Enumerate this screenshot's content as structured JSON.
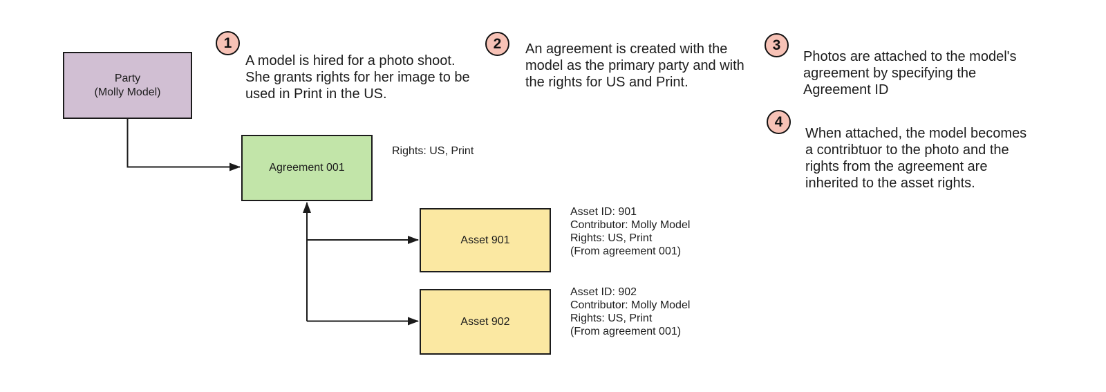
{
  "nodes": {
    "party": {
      "label": [
        "Party",
        "(Molly Model)"
      ]
    },
    "agreement": {
      "label": "Agreement 001"
    },
    "asset_901": {
      "label": "Asset 901"
    },
    "asset_902": {
      "label": "Asset 902"
    }
  },
  "side_labels": {
    "agreement_rights": "Rights: US, Print",
    "asset_901_details": [
      "Asset ID: 901",
      "Contributor: Molly Model",
      "Rights: US, Print",
      "(From agreement 001)"
    ],
    "asset_902_details": [
      "Asset ID: 902",
      "Contributor: Molly Model",
      "Rights: US, Print",
      "(From agreement 001)"
    ]
  },
  "annotations": [
    {
      "number": "1",
      "lines": [
        "A model is hired for a photo shoot.",
        "She grants rights for her image to be",
        "used in Print in the US."
      ]
    },
    {
      "number": "2",
      "lines": [
        "An agreement is created with the",
        "model as the primary party and with",
        "the rights for US and Print."
      ]
    },
    {
      "number": "3",
      "lines": [
        "Photos are attached to the model's",
        "agreement by specifying the",
        "Agreement ID"
      ]
    },
    {
      "number": "4",
      "lines": [
        "When attached, the model becomes",
        "a contribtuor to the photo and the",
        "rights from the agreement are",
        "inherited to the asset rights."
      ]
    }
  ],
  "colors": {
    "party_fill": "#d1bfd3",
    "agreement_fill": "#c2e5a9",
    "asset_fill": "#fbe8a2",
    "badge_fill": "#f7c2b6",
    "line": "#1b1b1b"
  }
}
